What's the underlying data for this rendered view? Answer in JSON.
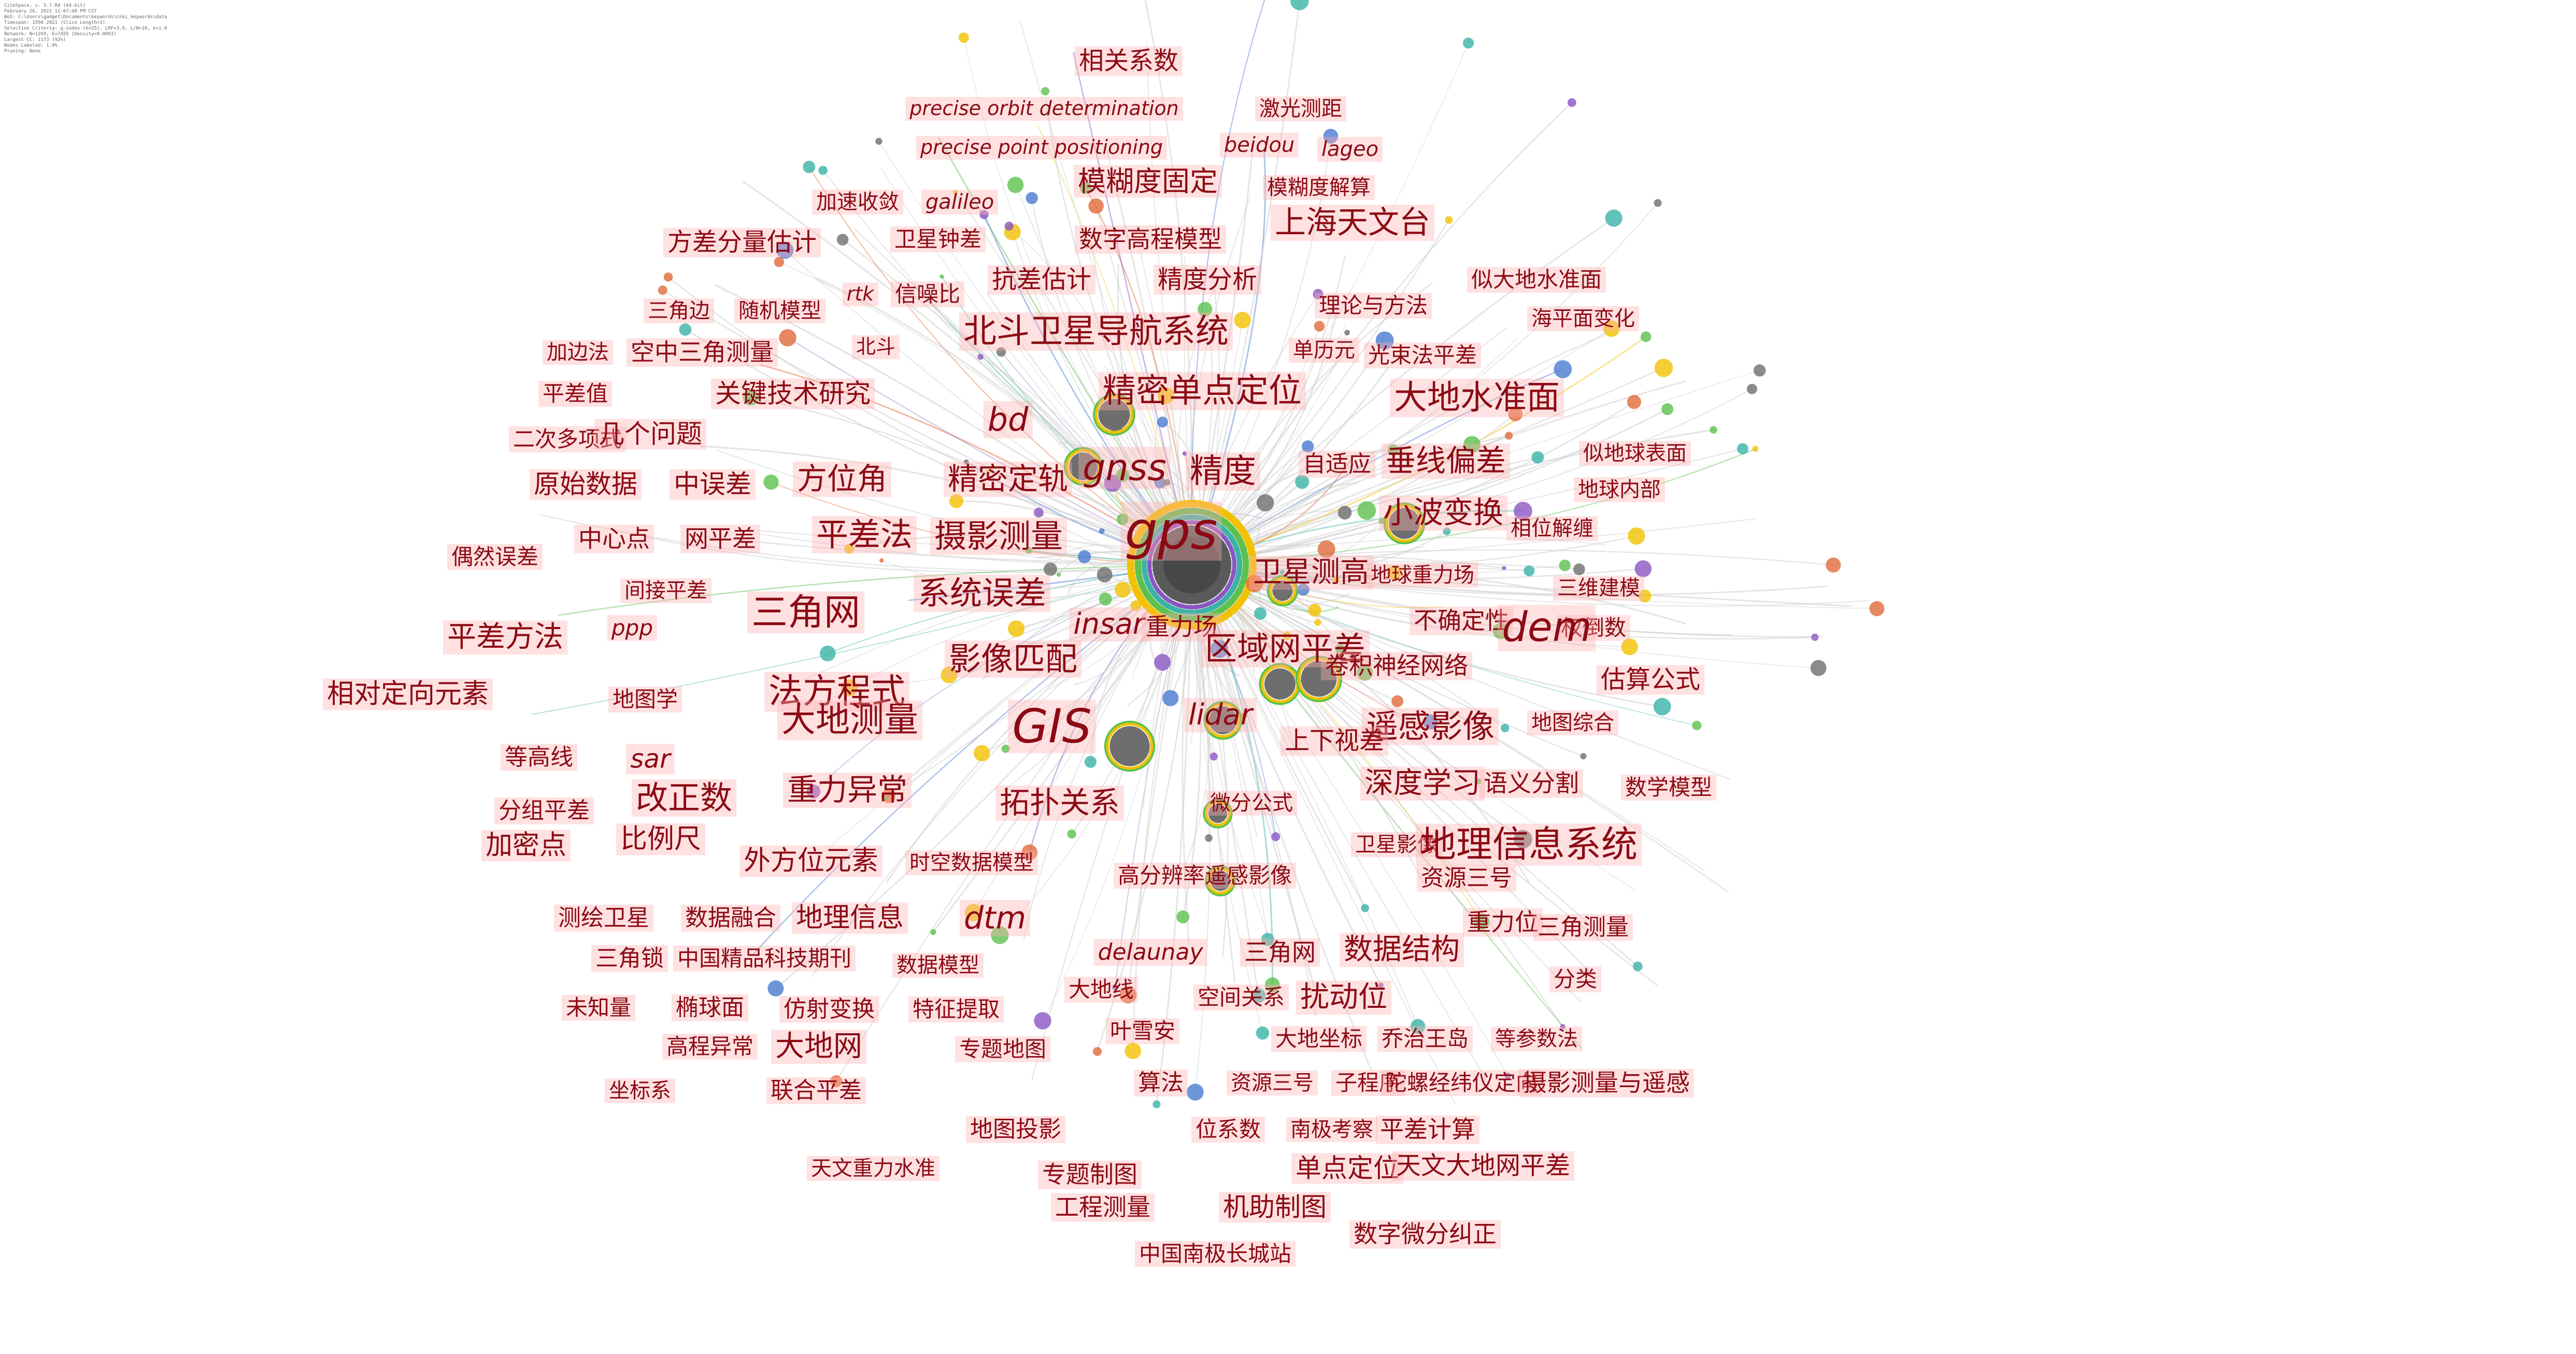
{
  "header_lines": [
    "CiteSpace, v. 5.7.R4 (64-bit)",
    "February 26, 2021 11:07:48 PM CST",
    "WoS: C:\\Users\\gadget\\Documents\\keywords\\cnki_keywords\\data",
    "Timespan: 1956-2021 (Slice Length=1)",
    "Selection Criteria: g-index (k=25), LRF=3.0, L/N=10, e=1.0",
    "Network: N=1269, E=7455 (Density=0.0093)",
    "Largest CC: 1173 (92%)",
    "Nodes Labeled: 1.0%",
    "Pruning: None"
  ],
  "colors": {
    "label_text": "#8c0a14",
    "label_bg": "rgba(255,175,175,0.38)",
    "edge": "#cfcfcf",
    "node": "#6e6e6e"
  },
  "keywords": [
    {
      "text": "相关系数",
      "size": 48,
      "cjk": true
    },
    {
      "text": "precise orbit determination",
      "size": 38,
      "cjk": false
    },
    {
      "text": "激光测距",
      "size": 40,
      "cjk": true
    },
    {
      "text": "precise point positioning",
      "size": 38,
      "cjk": false
    },
    {
      "text": "beidou",
      "size": 40,
      "cjk": false
    },
    {
      "text": "lageo",
      "size": 40,
      "cjk": false
    },
    {
      "text": "模糊度固定",
      "size": 54,
      "cjk": true
    },
    {
      "text": "模糊度解算",
      "size": 40,
      "cjk": true
    },
    {
      "text": "加速收敛",
      "size": 40,
      "cjk": true
    },
    {
      "text": "galileo",
      "size": 40,
      "cjk": false
    },
    {
      "text": "上海天文台",
      "size": 60,
      "cjk": true
    },
    {
      "text": "方差分量估计",
      "size": 48,
      "cjk": true
    },
    {
      "text": "卫星钟差",
      "size": 42,
      "cjk": true
    },
    {
      "text": "数字高程模型",
      "size": 46,
      "cjk": true
    },
    {
      "text": "抗差估计",
      "size": 48,
      "cjk": true
    },
    {
      "text": "精度分析",
      "size": 48,
      "cjk": true
    },
    {
      "text": "似大地水准面",
      "size": 42,
      "cjk": true
    },
    {
      "text": "三角边",
      "size": 40,
      "cjk": true
    },
    {
      "text": "随机模型",
      "size": 40,
      "cjk": true
    },
    {
      "text": "rtk",
      "size": 38,
      "cjk": false
    },
    {
      "text": "信噪比",
      "size": 42,
      "cjk": true
    },
    {
      "text": "理论与方法",
      "size": 42,
      "cjk": true
    },
    {
      "text": "海平面变化",
      "size": 40,
      "cjk": true
    },
    {
      "text": "北斗卫星导航系统",
      "size": 64,
      "cjk": true
    },
    {
      "text": "加边法",
      "size": 40,
      "cjk": true
    },
    {
      "text": "空中三角测量",
      "size": 46,
      "cjk": true
    },
    {
      "text": "北斗",
      "size": 38,
      "cjk": true
    },
    {
      "text": "单历元",
      "size": 40,
      "cjk": true
    },
    {
      "text": "光束法平差",
      "size": 42,
      "cjk": true
    },
    {
      "text": "平差值",
      "size": 42,
      "cjk": true
    },
    {
      "text": "关键技术研究",
      "size": 50,
      "cjk": true
    },
    {
      "text": "精密单点定位",
      "size": 64,
      "cjk": true
    },
    {
      "text": "大地水准面",
      "size": 64,
      "cjk": true
    },
    {
      "text": "bd",
      "size": 62,
      "cjk": false
    },
    {
      "text": "二次多项式",
      "size": 42,
      "cjk": true
    },
    {
      "text": "几个问题",
      "size": 50,
      "cjk": true
    },
    {
      "text": "gnss",
      "size": 70,
      "cjk": false
    },
    {
      "text": "精度",
      "size": 64,
      "cjk": true
    },
    {
      "text": "自适应",
      "size": 44,
      "cjk": true
    },
    {
      "text": "垂线偏差",
      "size": 58,
      "cjk": true
    },
    {
      "text": "似地球表面",
      "size": 40,
      "cjk": true
    },
    {
      "text": "原始数据",
      "size": 50,
      "cjk": true
    },
    {
      "text": "中误差",
      "size": 50,
      "cjk": true
    },
    {
      "text": "方位角",
      "size": 58,
      "cjk": true
    },
    {
      "text": "精密定轨",
      "size": 58,
      "cjk": true
    },
    {
      "text": "地球内部",
      "size": 40,
      "cjk": true
    },
    {
      "text": "小波变换",
      "size": 58,
      "cjk": true
    },
    {
      "text": "相位解缠",
      "size": 40,
      "cjk": true
    },
    {
      "text": "中心点",
      "size": 46,
      "cjk": true
    },
    {
      "text": "网平差",
      "size": 46,
      "cjk": true
    },
    {
      "text": "平差法",
      "size": 62,
      "cjk": true
    },
    {
      "text": "摄影测量",
      "size": 62,
      "cjk": true
    },
    {
      "text": "gps",
      "size": 100,
      "cjk": false
    },
    {
      "text": "偶然误差",
      "size": 42,
      "cjk": true
    },
    {
      "text": "卫星测高",
      "size": 56,
      "cjk": true
    },
    {
      "text": "地球重力场",
      "size": 40,
      "cjk": true
    },
    {
      "text": "三维建模",
      "size": 40,
      "cjk": true
    },
    {
      "text": "间接平差",
      "size": 40,
      "cjk": true
    },
    {
      "text": "三角网",
      "size": 70,
      "cjk": true
    },
    {
      "text": "系统误差",
      "size": 62,
      "cjk": true
    },
    {
      "text": "不确定性",
      "size": 46,
      "cjk": true
    },
    {
      "text": "权倒数",
      "size": 42,
      "cjk": true
    },
    {
      "text": "平差方法",
      "size": 56,
      "cjk": true
    },
    {
      "text": "ppp",
      "size": 42,
      "cjk": false
    },
    {
      "text": "insar",
      "size": 56,
      "cjk": false
    },
    {
      "text": "重力场",
      "size": 46,
      "cjk": true
    },
    {
      "text": "dem",
      "size": 78,
      "cjk": false
    },
    {
      "text": "区域网平差",
      "size": 62,
      "cjk": true
    },
    {
      "text": "影像匹配",
      "size": 62,
      "cjk": true
    },
    {
      "text": "卷积神经网络",
      "size": 46,
      "cjk": true
    },
    {
      "text": "估算公式",
      "size": 48,
      "cjk": true
    },
    {
      "text": "相对定向元素",
      "size": 52,
      "cjk": true
    },
    {
      "text": "地图学",
      "size": 42,
      "cjk": true
    },
    {
      "text": "法方程式",
      "size": 66,
      "cjk": true
    },
    {
      "text": "大地测量",
      "size": 66,
      "cjk": true
    },
    {
      "text": "GIS",
      "size": 90,
      "cjk": false
    },
    {
      "text": "lidar",
      "size": 56,
      "cjk": false
    },
    {
      "text": "遥感影像",
      "size": 62,
      "cjk": true
    },
    {
      "text": "地图综合",
      "size": 40,
      "cjk": true
    },
    {
      "text": "上下视差",
      "size": 48,
      "cjk": true
    },
    {
      "text": "等高线",
      "size": 44,
      "cjk": true
    },
    {
      "text": "sar",
      "size": 50,
      "cjk": false
    },
    {
      "text": "深度学习",
      "size": 56,
      "cjk": true
    },
    {
      "text": "语义分割",
      "size": 46,
      "cjk": true
    },
    {
      "text": "数学模型",
      "size": 42,
      "cjk": true
    },
    {
      "text": "改正数",
      "size": 62,
      "cjk": true
    },
    {
      "text": "重力异常",
      "size": 58,
      "cjk": true
    },
    {
      "text": "拓扑关系",
      "size": 58,
      "cjk": true
    },
    {
      "text": "微分公式",
      "size": 40,
      "cjk": true
    },
    {
      "text": "分组平差",
      "size": 44,
      "cjk": true
    },
    {
      "text": "加密点",
      "size": 52,
      "cjk": true
    },
    {
      "text": "比例尺",
      "size": 52,
      "cjk": true
    },
    {
      "text": "外方位元素",
      "size": 52,
      "cjk": true
    },
    {
      "text": "时空数据模型",
      "size": 40,
      "cjk": true
    },
    {
      "text": "卫星影像",
      "size": 40,
      "cjk": true
    },
    {
      "text": "地理信息系统",
      "size": 70,
      "cjk": true
    },
    {
      "text": "高分辨率遥感影像",
      "size": 42,
      "cjk": true
    },
    {
      "text": "资源三号",
      "size": 44,
      "cjk": true
    },
    {
      "text": "测绘卫星",
      "size": 44,
      "cjk": true
    },
    {
      "text": "数据融合",
      "size": 44,
      "cjk": true
    },
    {
      "text": "地理信息",
      "size": 52,
      "cjk": true
    },
    {
      "text": "dtm",
      "size": 60,
      "cjk": false
    },
    {
      "text": "重力位",
      "size": 46,
      "cjk": true
    },
    {
      "text": "三角测量",
      "size": 44,
      "cjk": true
    },
    {
      "text": "三角锁",
      "size": 44,
      "cjk": true
    },
    {
      "text": "中国精品科技期刊",
      "size": 42,
      "cjk": true
    },
    {
      "text": "数据模型",
      "size": 40,
      "cjk": true
    },
    {
      "text": "delaunay",
      "size": 44,
      "cjk": false
    },
    {
      "text": "三角网",
      "size": 46,
      "cjk": true
    },
    {
      "text": "数据结构",
      "size": 56,
      "cjk": true
    },
    {
      "text": "分类",
      "size": 42,
      "cjk": true
    },
    {
      "text": "大地线",
      "size": 42,
      "cjk": true
    },
    {
      "text": "未知量",
      "size": 42,
      "cjk": true
    },
    {
      "text": "椭球面",
      "size": 44,
      "cjk": true
    },
    {
      "text": "仿射变换",
      "size": 44,
      "cjk": true
    },
    {
      "text": "特征提取",
      "size": 42,
      "cjk": true
    },
    {
      "text": "空间关系",
      "size": 42,
      "cjk": true
    },
    {
      "text": "扰动位",
      "size": 56,
      "cjk": true
    },
    {
      "text": "叶雪安",
      "size": 42,
      "cjk": true
    },
    {
      "text": "高程异常",
      "size": 42,
      "cjk": true
    },
    {
      "text": "大地网",
      "size": 56,
      "cjk": true
    },
    {
      "text": "专题地图",
      "size": 42,
      "cjk": true
    },
    {
      "text": "大地坐标",
      "size": 42,
      "cjk": true
    },
    {
      "text": "乔治王岛",
      "size": 42,
      "cjk": true
    },
    {
      "text": "等参数法",
      "size": 40,
      "cjk": true
    },
    {
      "text": "坐标系",
      "size": 40,
      "cjk": true
    },
    {
      "text": "联合平差",
      "size": 44,
      "cjk": true
    },
    {
      "text": "算法",
      "size": 44,
      "cjk": true
    },
    {
      "text": "资源三号",
      "size": 40,
      "cjk": true
    },
    {
      "text": "子程序",
      "size": 42,
      "cjk": true
    },
    {
      "text": "陀螺经纬仪定向",
      "size": 42,
      "cjk": true
    },
    {
      "text": "摄影测量与遥感",
      "size": 46,
      "cjk": true
    },
    {
      "text": "地图投影",
      "size": 44,
      "cjk": true
    },
    {
      "text": "位系数",
      "size": 42,
      "cjk": true
    },
    {
      "text": "南极考察",
      "size": 40,
      "cjk": true
    },
    {
      "text": "平差计算",
      "size": 46,
      "cjk": true
    },
    {
      "text": "天文重力水准",
      "size": 40,
      "cjk": true
    },
    {
      "text": "专题制图",
      "size": 46,
      "cjk": true
    },
    {
      "text": "单点定位",
      "size": 50,
      "cjk": true
    },
    {
      "text": "天文大地网平差",
      "size": 48,
      "cjk": true
    },
    {
      "text": "工程测量",
      "size": 46,
      "cjk": true
    },
    {
      "text": "机助制图",
      "size": 50,
      "cjk": true
    },
    {
      "text": "数字微分纠正",
      "size": 46,
      "cjk": true
    },
    {
      "text": "中国南极长城站",
      "size": 42,
      "cjk": true
    }
  ]
}
